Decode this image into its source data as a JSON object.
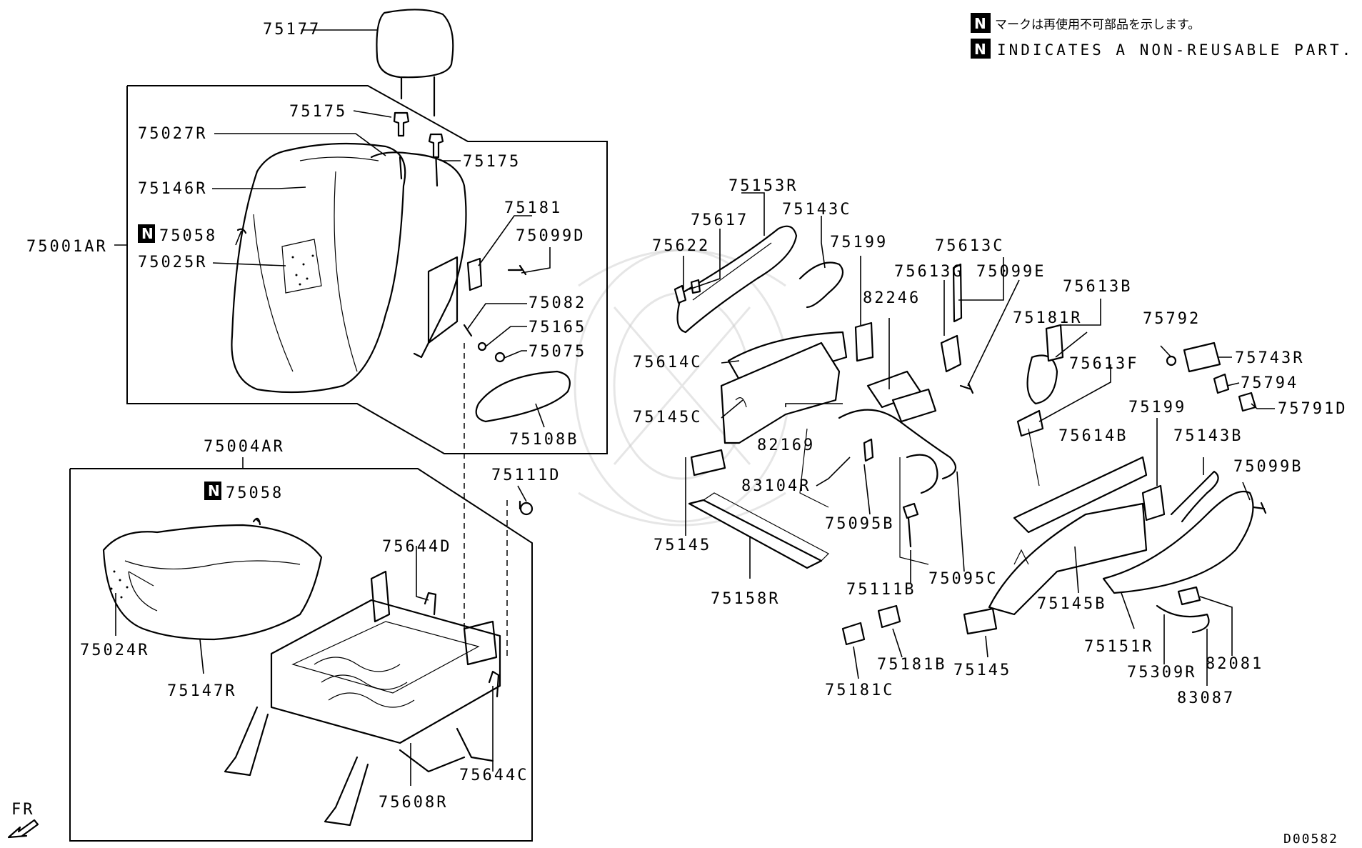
{
  "notes": {
    "jp": "マークは再使用不可部品を示します。",
    "en": "INDICATES A NON-REUSABLE PART.",
    "badge": "N"
  },
  "labels": {
    "p75177": "75177",
    "p75175a": "75175",
    "p75027R": "75027R",
    "p75175b": "75175",
    "p75146R": "75146R",
    "p75181": "75181",
    "p75058a": "75058",
    "p75099D": "75099D",
    "p75001AR": "75001AR",
    "p75025R": "75025R",
    "p75082": "75082",
    "p75165": "75165",
    "p75075": "75075",
    "p75108B": "75108B",
    "p75004AR": "75004AR",
    "p75058b": "75058",
    "p75111D": "75111D",
    "p75644D": "75644D",
    "p75024R": "75024R",
    "p75147R": "75147R",
    "p75644C": "75644C",
    "p75608R": "75608R",
    "p75153R": "75153R",
    "p75617": "75617",
    "p75143C": "75143C",
    "p75622": "75622",
    "p75199a": "75199",
    "p75613C": "75613C",
    "p75613G": "75613G",
    "p75099E": "75099E",
    "p75613B": "75613B",
    "p82246": "82246",
    "p75181R": "75181R",
    "p75614C": "75614C",
    "p75613F": "75613F",
    "p75792": "75792",
    "p75743R": "75743R",
    "p75794": "75794",
    "p75145C": "75145C",
    "p75791D": "75791D",
    "p82169": "82169",
    "p75199b": "75199",
    "p75614B": "75614B",
    "p75143B": "75143B",
    "p83104R": "83104R",
    "p75099B": "75099B",
    "p75145a": "75145",
    "p75095B": "75095B",
    "p75158R": "75158R",
    "p75111B": "75111B",
    "p75095C": "75095C",
    "p75145B": "75145B",
    "p75181B": "75181B",
    "p75151R": "75151R",
    "p82081": "82081",
    "p75145b": "75145",
    "p75309R": "75309R",
    "p75181C": "75181C",
    "p83087": "83087"
  },
  "orientation": "FR",
  "drawing_code": "D00582"
}
